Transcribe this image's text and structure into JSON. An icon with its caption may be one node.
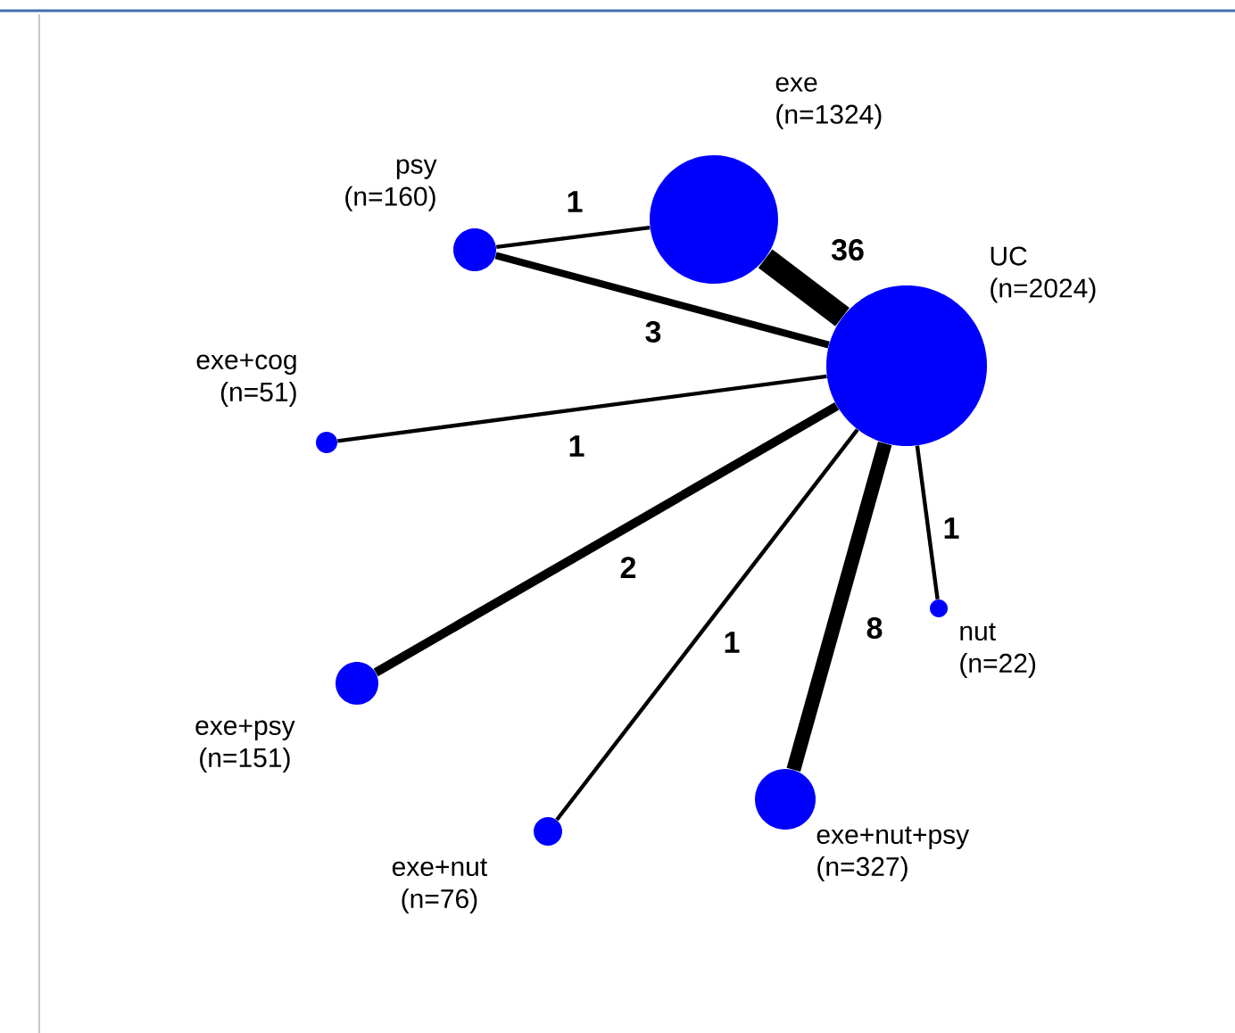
{
  "diagram": {
    "nodes": [
      {
        "text": [
          "exe (n=1324)"
        ]
      },
      {
        "text": [
          "UC (n=2024)"
        ]
      },
      {
        "text": [
          "psy (n=160)"
        ]
      },
      {
        "text": [
          "exe+cog (n=51)"
        ]
      },
      {
        "text": [
          "exe+psy (n=151)"
        ]
      },
      {
        "text": [
          "exe+nut (n=76)"
        ]
      },
      {
        "text": [
          "exe+nut+psy (n=327)"
        ]
      },
      {
        "text": [
          "nut (n=22)"
        ]
      }
    ],
    "edges": [
      {
        "from": 2,
        "to": 0,
        "arrow": "none",
        "label": "1"
      },
      {
        "from": 0,
        "to": 1,
        "arrow": "none",
        "label": "36",
        "style": "thick"
      },
      {
        "from": 2,
        "to": 1,
        "arrow": "none",
        "label": "3",
        "style": "thick"
      },
      {
        "from": 3,
        "to": 1,
        "arrow": "none",
        "label": "1"
      },
      {
        "from": 4,
        "to": 1,
        "arrow": "none",
        "label": "2",
        "style": "thick"
      },
      {
        "from": 5,
        "to": 1,
        "arrow": "none",
        "label": "1"
      },
      {
        "from": 6,
        "to": 1,
        "arrow": "none",
        "label": "8",
        "style": "thick"
      },
      {
        "from": 7,
        "to": 1,
        "arrow": "none",
        "label": "1"
      }
    ]
  }
}
